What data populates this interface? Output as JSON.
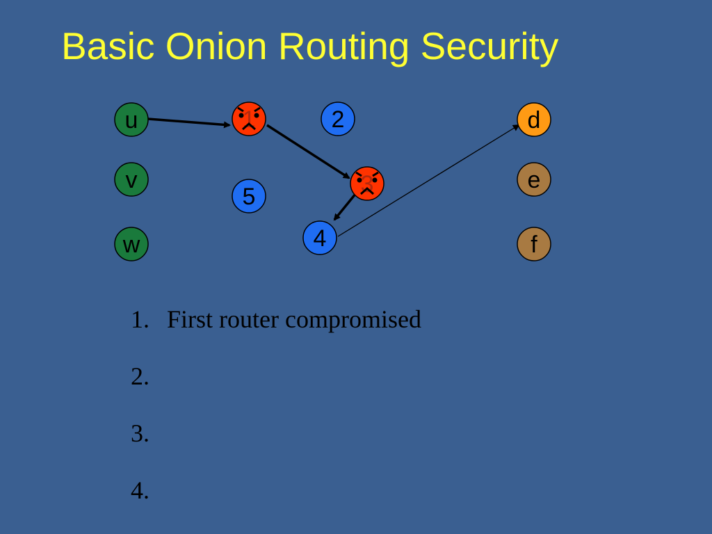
{
  "slide": {
    "title": "Basic Onion Routing Security",
    "colors": {
      "background": "#3a5f91",
      "title": "#ffff33",
      "user_node": "#1a7a3c",
      "router_node": "#1f6df2",
      "compromised_node": "#ff3300",
      "destination_d": "#ff9a14",
      "destination_other": "#a87a42"
    }
  },
  "diagram": {
    "nodes": {
      "u": {
        "label": "u",
        "kind": "user"
      },
      "v": {
        "label": "v",
        "kind": "user"
      },
      "w": {
        "label": "w",
        "kind": "user"
      },
      "r1": {
        "label": "1",
        "kind": "router",
        "compromised": true,
        "icon": "angry-face-icon"
      },
      "r2": {
        "label": "2",
        "kind": "router"
      },
      "r3": {
        "label": "3",
        "kind": "router",
        "compromised": true,
        "icon": "angry-face-icon"
      },
      "r4": {
        "label": "4",
        "kind": "router"
      },
      "r5": {
        "label": "5",
        "kind": "router"
      },
      "d": {
        "label": "d",
        "kind": "destination"
      },
      "e": {
        "label": "e",
        "kind": "destination"
      },
      "f": {
        "label": "f",
        "kind": "destination"
      }
    },
    "path": [
      "u",
      "r1",
      "r3",
      "r4",
      "d"
    ]
  },
  "list": {
    "items": [
      {
        "number": "1.",
        "text": "First router compromised"
      },
      {
        "number": "2.",
        "text": ""
      },
      {
        "number": "3.",
        "text": ""
      },
      {
        "number": "4.",
        "text": ""
      }
    ]
  }
}
